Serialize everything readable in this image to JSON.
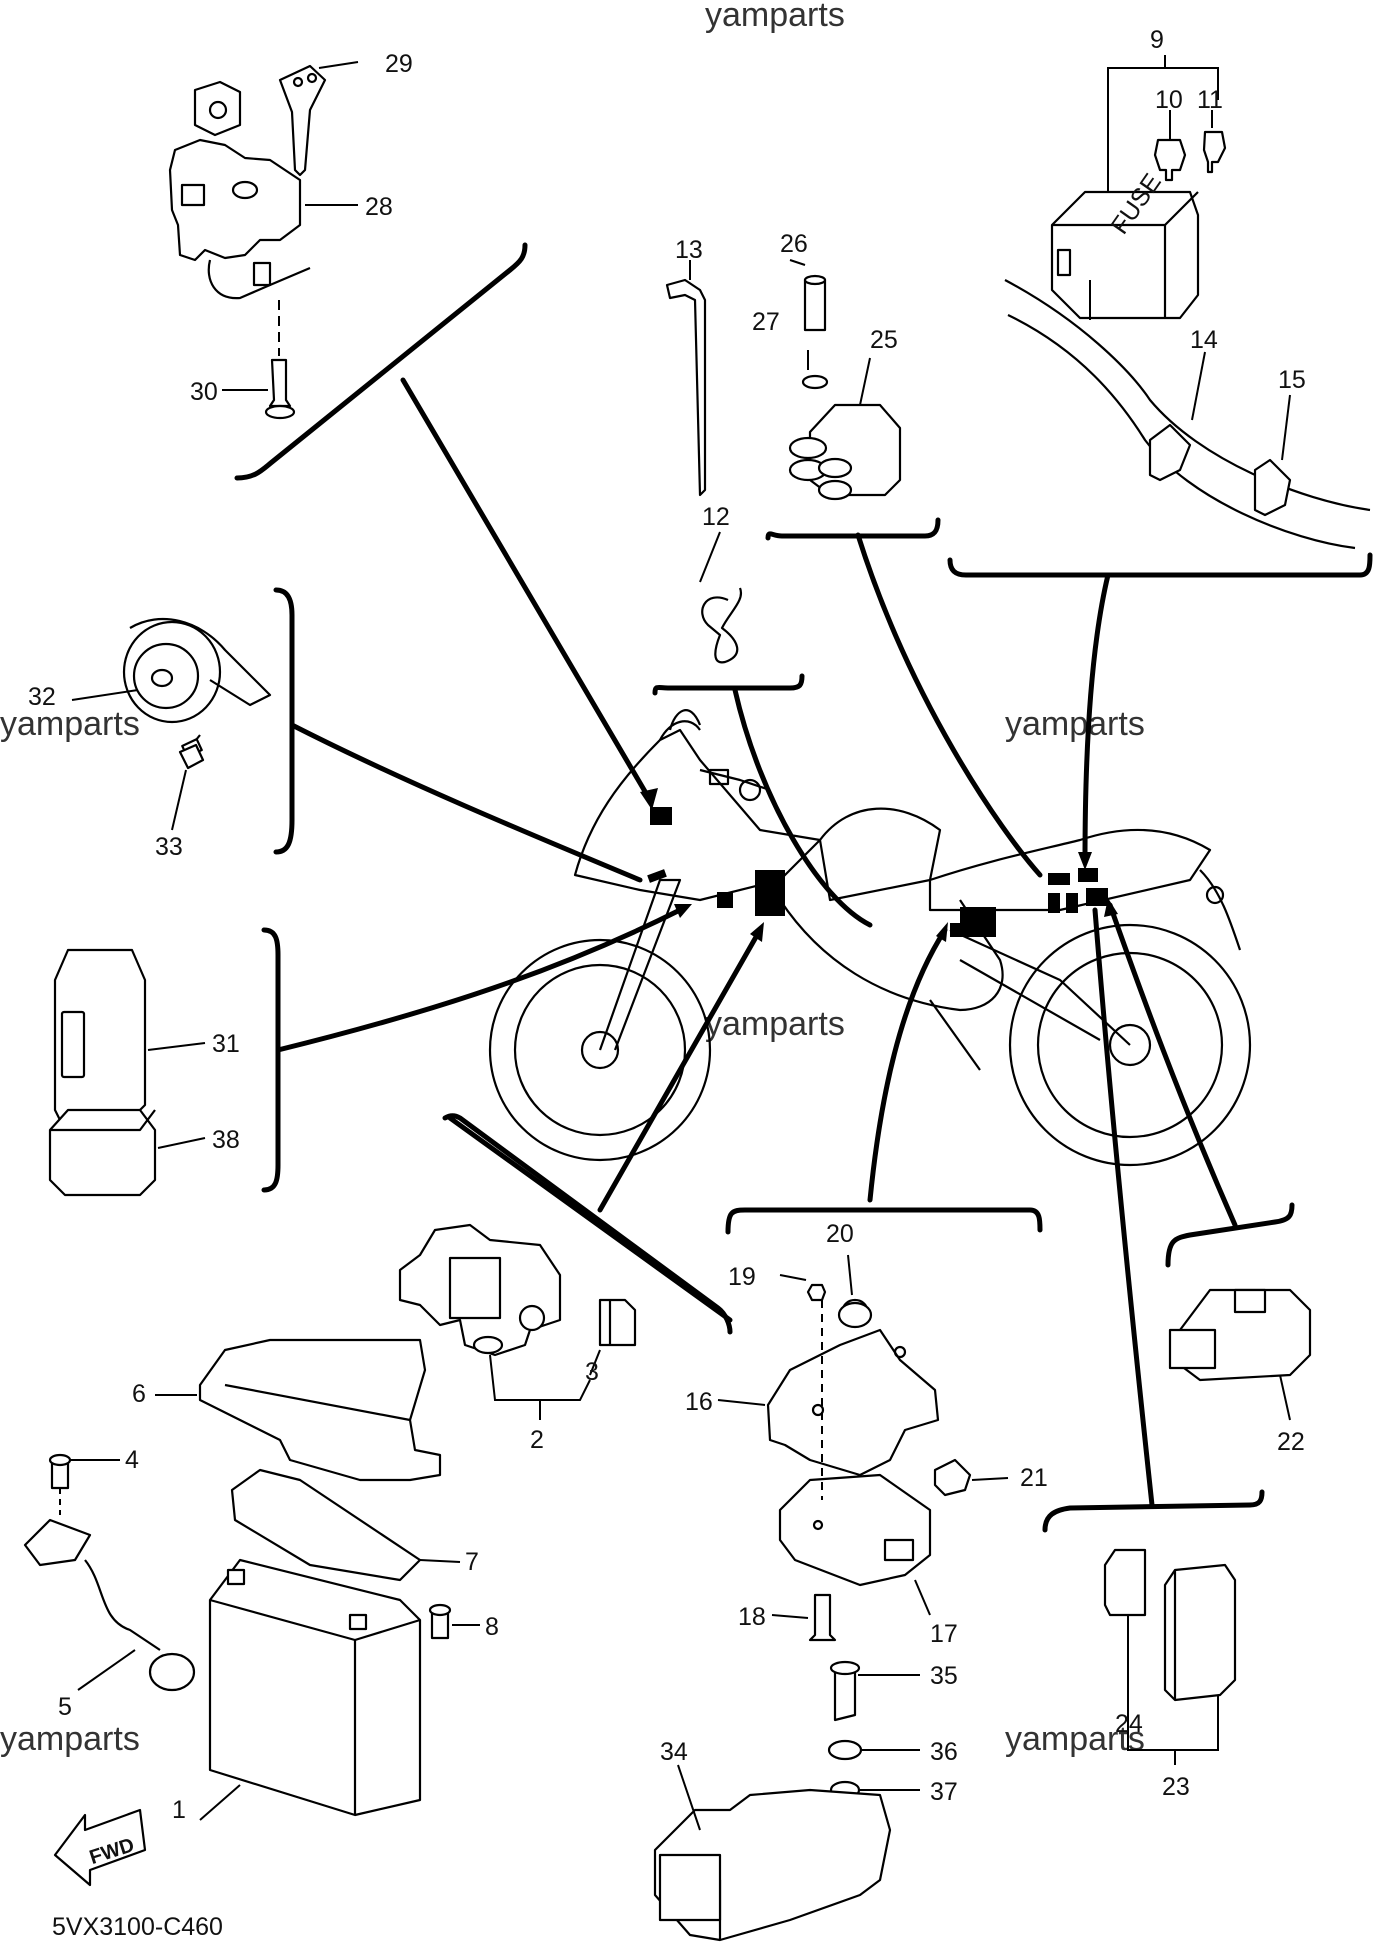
{
  "watermarks": [
    "yamparts",
    "yamparts",
    "yamparts",
    "yamparts",
    "yamparts",
    "yamparts"
  ],
  "diagram_code": "5VX3100-C460",
  "fwd_label": "FWD",
  "callouts": {
    "p1": "1",
    "p2": "2",
    "p3": "3",
    "p4": "4",
    "p5": "5",
    "p6": "6",
    "p7": "7",
    "p8": "8",
    "p9": "9",
    "p10": "10",
    "p11": "11",
    "p12": "12",
    "p13": "13",
    "p14": "14",
    "p15": "15",
    "p16": "16",
    "p17": "17",
    "p18": "18",
    "p19": "19",
    "p20": "20",
    "p21": "21",
    "p22": "22",
    "p23": "23",
    "p24": "24",
    "p25": "25",
    "p26": "26",
    "p27": "27",
    "p28": "28",
    "p29": "29",
    "p30": "30",
    "p31": "31",
    "p32": "32",
    "p33": "33",
    "p34": "34",
    "p35": "35",
    "p36": "36",
    "p37": "37",
    "p38": "38"
  },
  "fuse_box_text": "FUSE"
}
